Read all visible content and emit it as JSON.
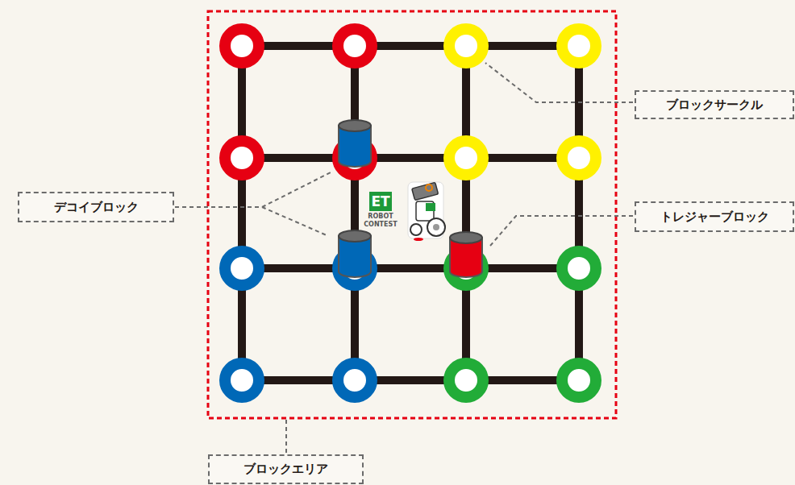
{
  "diagram": {
    "nodes": [
      {
        "text": [
          "ブロックサークル"
        ]
      },
      {
        "text": [
          "デコイブロック"
        ]
      },
      {
        "text": [
          "トレジャーブロック"
        ]
      },
      {
        "text": [
          "ブロックエリア"
        ]
      }
    ],
    "labels": [
      "ET",
      "ROBOT CONTEST"
    ]
  }
}
